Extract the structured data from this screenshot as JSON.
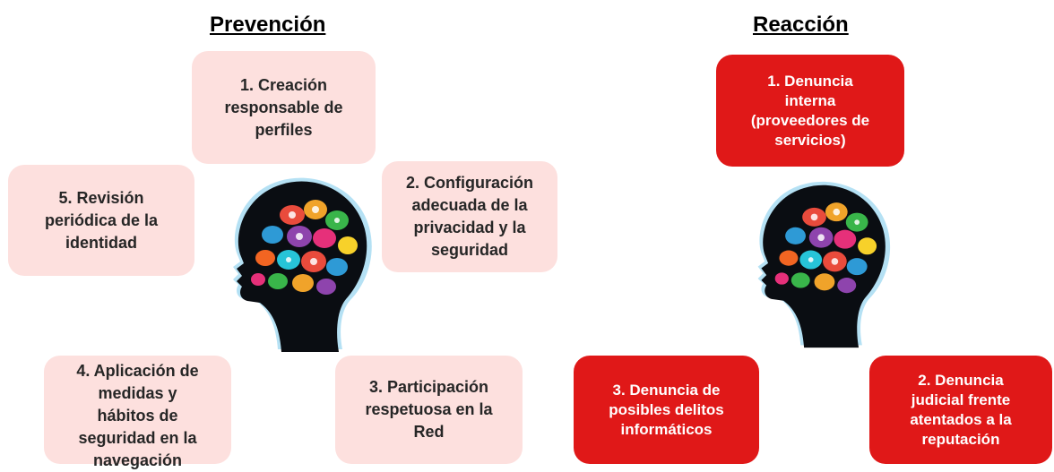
{
  "headings": {
    "prevention": "Prevención",
    "reaction": "Reacción"
  },
  "prevention": {
    "box1": [
      "1. Creación",
      "responsable de",
      "perfiles"
    ],
    "box2": [
      "2. Configuración",
      "adecuada de la",
      "privacidad  y la",
      "seguridad"
    ],
    "box3": [
      "3. Participación",
      "respetuosa en la",
      "Red"
    ],
    "box4": [
      "4. Aplicación de",
      "medidas y",
      "hábitos de",
      "seguridad en la",
      "navegación"
    ],
    "box5": [
      "5. Revisión",
      "periódica de la",
      "identidad"
    ]
  },
  "reaction": {
    "box1": [
      "1. Denuncia",
      "interna",
      "(proveedores de",
      "servicios)"
    ],
    "box2": [
      "2. Denuncia",
      "judicial frente",
      "atentados a la",
      "reputación"
    ],
    "box3": [
      "3. Denuncia de",
      "posibles delitos",
      "informáticos"
    ]
  },
  "colors": {
    "prevention_box": "#fde0de",
    "reaction_box": "#e01818",
    "head_silhouette": "#0a0d12",
    "head_glow": "#2aa8e0"
  },
  "icons": [
    "head-with-social-media-bubbles-icon",
    "head-with-social-media-bubbles-icon"
  ]
}
